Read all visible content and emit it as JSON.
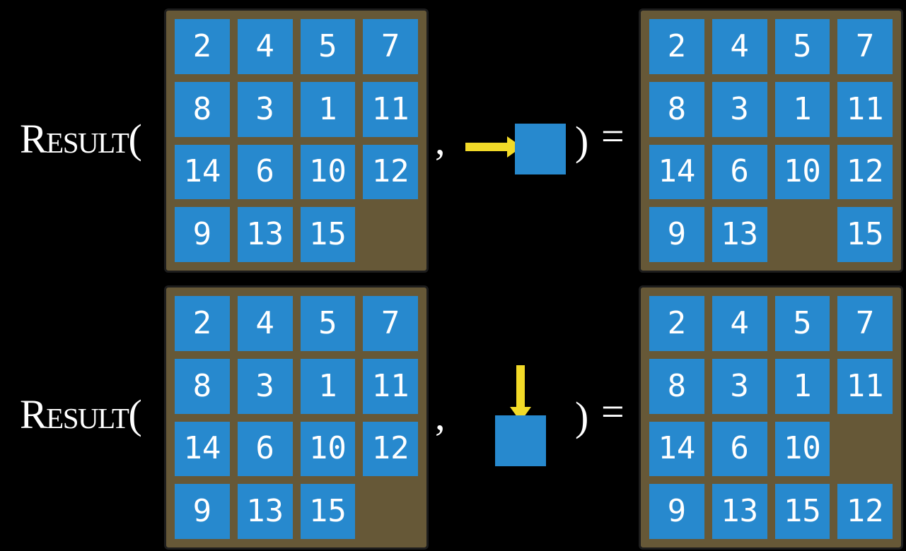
{
  "figure": {
    "description": "RESULT function examples on a 15-puzzle board",
    "background": "#000000"
  },
  "colors": {
    "background": "#000000",
    "board_brown": "#665837",
    "board_border": "#1d1d1d",
    "tile_blue": "#2789ce",
    "arrow_yellow": "#f2da28",
    "text_white": "#ffffff"
  },
  "rows": [
    {
      "label": "Result",
      "open_paren": "(",
      "comma": ",",
      "move_direction": "right",
      "close_paren": ")",
      "equals": "=",
      "input_grid": [
        [
          2,
          4,
          5,
          7
        ],
        [
          8,
          3,
          1,
          11
        ],
        [
          14,
          6,
          10,
          12
        ],
        [
          9,
          13,
          15,
          null
        ]
      ],
      "result_grid": [
        [
          2,
          4,
          5,
          7
        ],
        [
          8,
          3,
          1,
          11
        ],
        [
          14,
          6,
          10,
          12
        ],
        [
          9,
          13,
          null,
          15
        ]
      ]
    },
    {
      "label": "Result",
      "open_paren": "(",
      "comma": ",",
      "move_direction": "down",
      "close_paren": ")",
      "equals": "=",
      "input_grid": [
        [
          2,
          4,
          5,
          7
        ],
        [
          8,
          3,
          1,
          11
        ],
        [
          14,
          6,
          10,
          12
        ],
        [
          9,
          13,
          15,
          null
        ]
      ],
      "result_grid": [
        [
          2,
          4,
          5,
          7
        ],
        [
          8,
          3,
          1,
          11
        ],
        [
          14,
          6,
          10,
          null
        ],
        [
          9,
          13,
          15,
          12
        ]
      ]
    }
  ]
}
